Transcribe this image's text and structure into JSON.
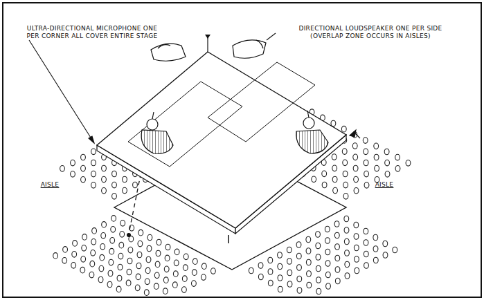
{
  "diagram": {
    "labels": [
      "ULTRA-DIRECTIONAL MICROPHONE ONE PER CORNER ALL COVER ENTIRE STAGE",
      "DIRECTIONAL LOUDSPEAKER ONE PER SIDE (OVERLAP ZONE OCCURS IN AISLES)",
      "AISLE",
      "AISLE"
    ]
  }
}
